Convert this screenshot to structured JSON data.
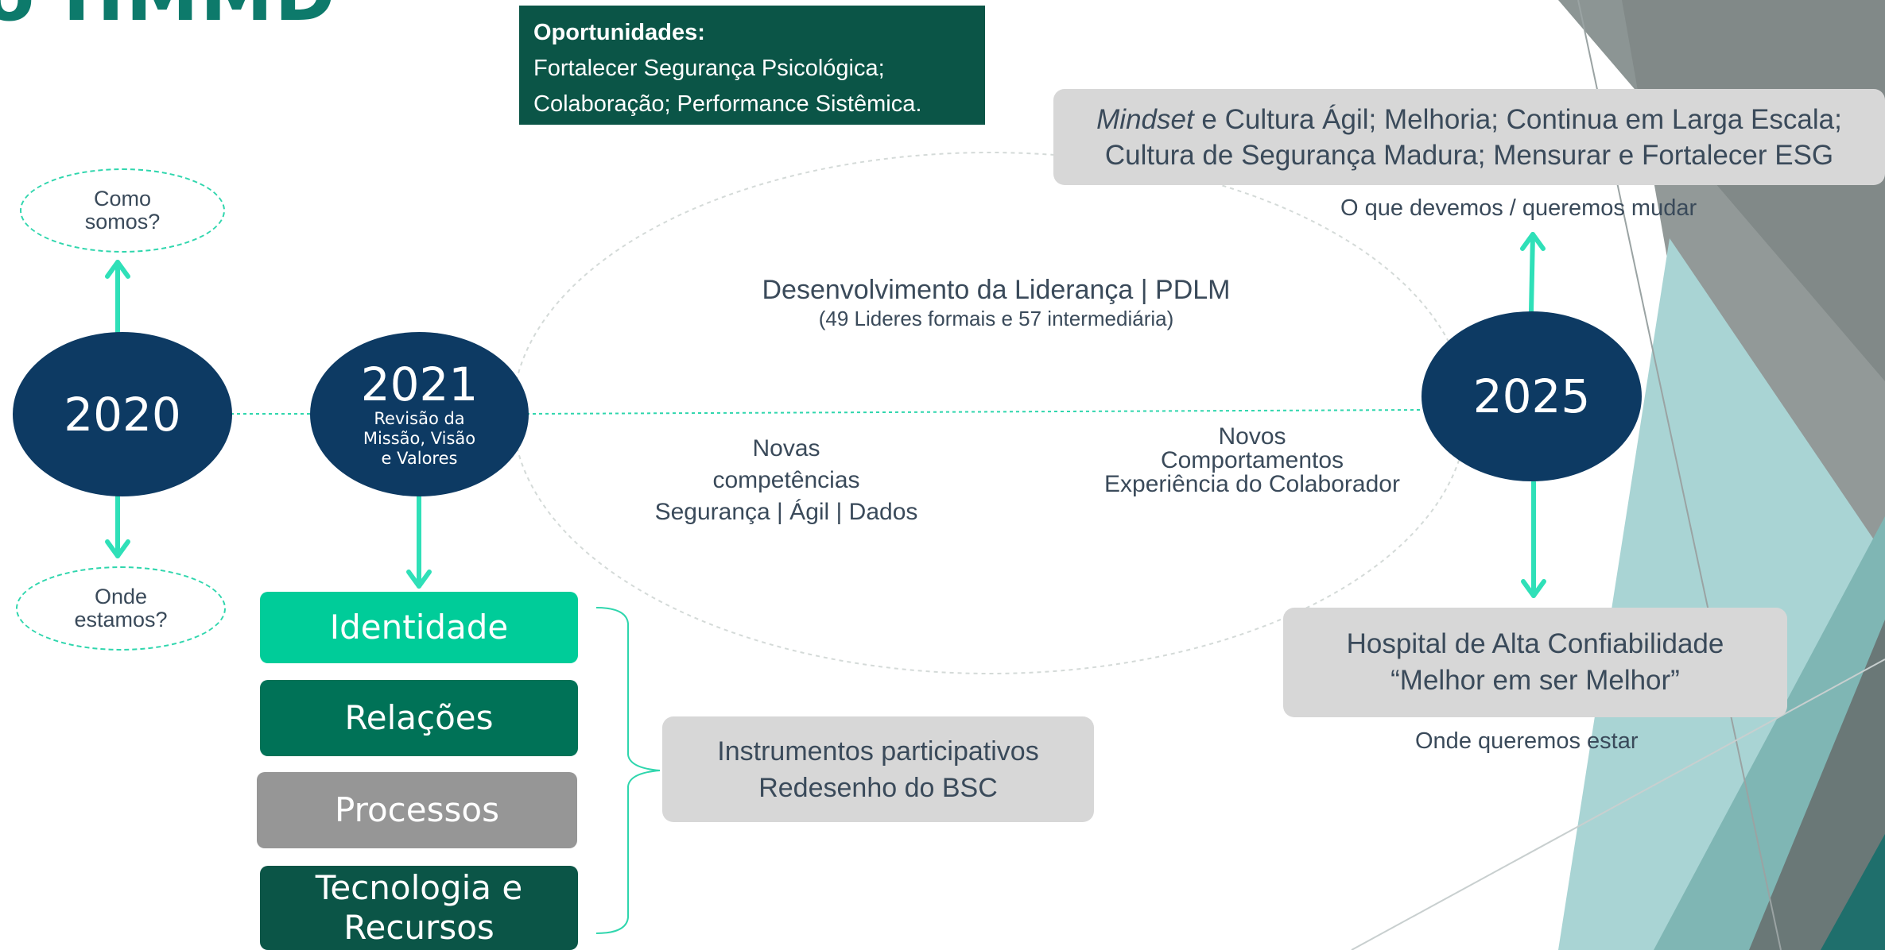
{
  "header": {
    "title_fragment": "o HMMD"
  },
  "opportunities": {
    "title": "Oportunidades:",
    "line1": "Fortalecer Segurança Psicológica;",
    "line2": "Colaboração; Performance Sistêmica."
  },
  "goals_box": {
    "line1_italic": "Mindset",
    "line1_rest": " e Cultura Ágil; Melhoria; Continua em Larga Escala;",
    "line2": "Cultura de Segurança Madura; Mensurar e Fortalecer ESG"
  },
  "change_caption": "O que devemos / queremos mudar",
  "status_ellipses": {
    "top": "Como\nsomos?",
    "bottom": "Onde\nestamos?"
  },
  "timeline": {
    "y2020": "2020",
    "y2021": "2021",
    "y2021_sub": "Revisão da\nMissão, Visão\ne Valores",
    "y2025": "2025"
  },
  "leadership": {
    "title": "Desenvolvimento da Liderança | PDLM",
    "subtitle": "(49 Lideres formais e 57 intermediária)"
  },
  "competencies": "Novas\ncompetências\nSegurança | Ágil | Dados",
  "behaviors": "Novos\nComportamentos\nExperiência do Colaborador",
  "pillars": [
    "Identidade",
    "Relações",
    "Processos",
    "Tecnologia e\nRecursos"
  ],
  "instruments": {
    "line1": "Instrumentos participativos",
    "line2": "Redesenho do BSC"
  },
  "hospital": {
    "line1": "Hospital de Alta Confiabilidade",
    "line2": "“Melhor em ser Melhor”"
  },
  "target_caption": "Onde queremos estar",
  "colors": {
    "navy": "#0d3a63",
    "dark_green": "#0b5547",
    "mint": "#00cc99",
    "green": "#007257",
    "gray": "#969696",
    "arrow": "#2fe0b8",
    "box_gray": "#d7d7d7"
  }
}
